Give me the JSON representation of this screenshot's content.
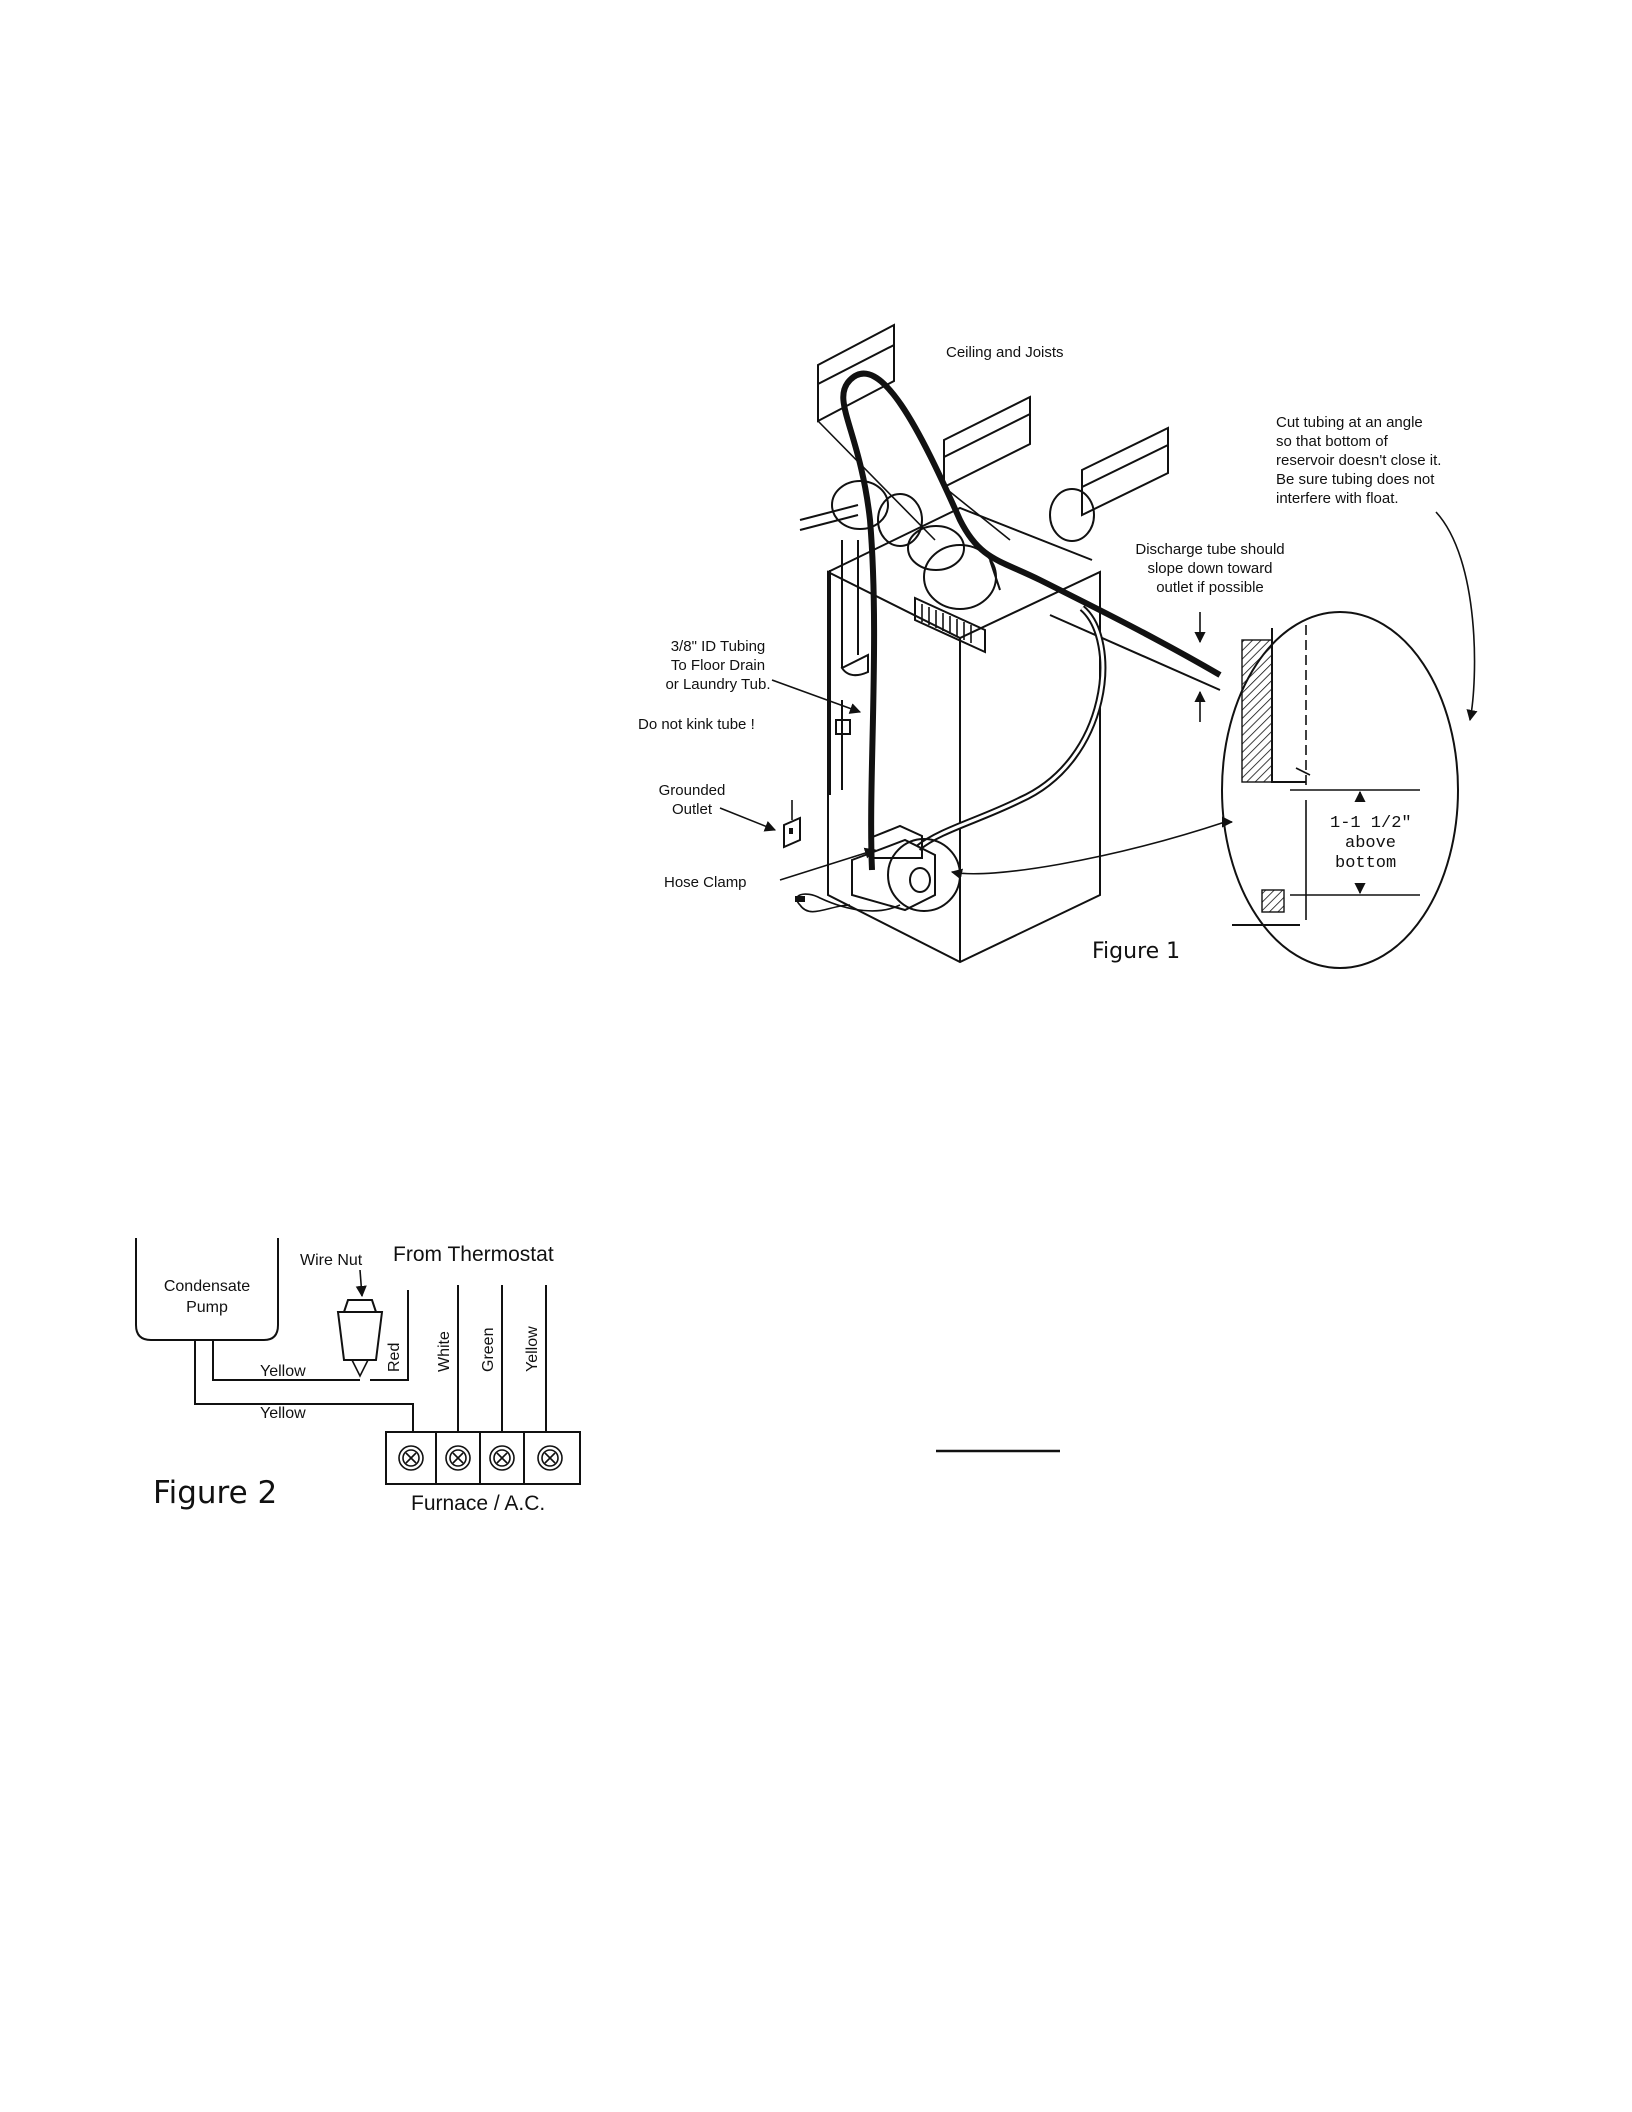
{
  "figure1": {
    "caption": "Figure 1",
    "labels": {
      "ceiling": "Ceiling and Joists",
      "cut_tubing": [
        "Cut tubing at an angle",
        "so that bottom of",
        "reservoir doesn't close it.",
        "Be sure tubing does not",
        "interfere with float."
      ],
      "discharge": [
        "Discharge tube should",
        "slope down toward",
        "outlet if possible"
      ],
      "tubing": [
        "3/8\" ID Tubing",
        "To Floor Drain",
        "or Laundry Tub."
      ],
      "kink": "Do not kink tube !",
      "outlet": [
        "Grounded",
        "Outlet"
      ],
      "hose_clamp": "Hose Clamp",
      "detail_measure": [
        "1-1 1/2\"",
        "above",
        "bottom"
      ]
    }
  },
  "figure2": {
    "caption": "Figure 2",
    "pump": [
      "Condensate",
      "Pump"
    ],
    "wire_nut": "Wire Nut",
    "from_thermostat": "From Thermostat",
    "wires": [
      "Red",
      "White",
      "Green",
      "Yellow"
    ],
    "pump_wires": [
      "Yellow",
      "Yellow"
    ],
    "furnace": "Furnace / A.C."
  }
}
